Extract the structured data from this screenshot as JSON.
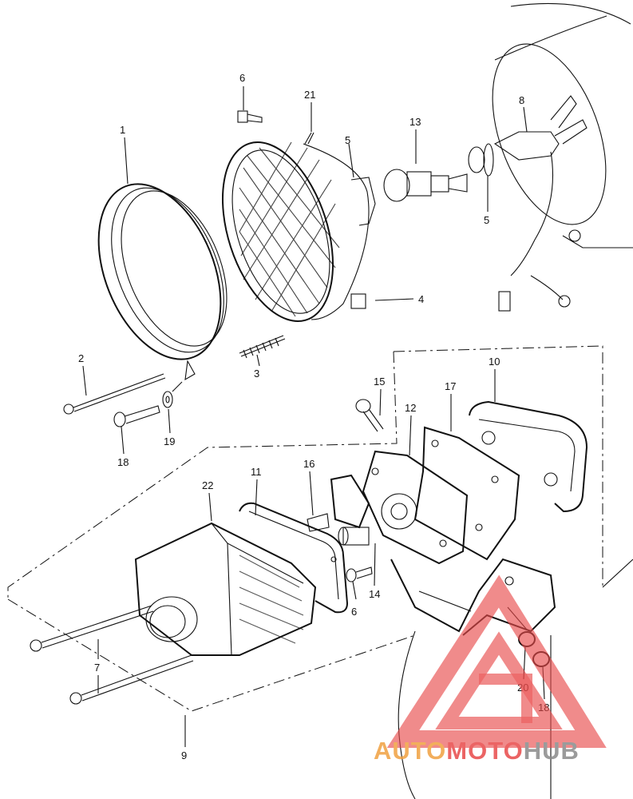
{
  "diagram": {
    "callouts": [
      {
        "id": "c1",
        "text": "1"
      },
      {
        "id": "c2",
        "text": "2"
      },
      {
        "id": "c3",
        "text": "3"
      },
      {
        "id": "c4",
        "text": "4"
      },
      {
        "id": "c5a",
        "text": "5"
      },
      {
        "id": "c5b",
        "text": "5"
      },
      {
        "id": "c6a",
        "text": "6"
      },
      {
        "id": "c6b",
        "text": "6"
      },
      {
        "id": "c7",
        "text": "7"
      },
      {
        "id": "c8",
        "text": "8"
      },
      {
        "id": "c9",
        "text": "9"
      },
      {
        "id": "c10",
        "text": "10"
      },
      {
        "id": "c11",
        "text": "11"
      },
      {
        "id": "c12",
        "text": "12"
      },
      {
        "id": "c13",
        "text": "13"
      },
      {
        "id": "c14",
        "text": "14"
      },
      {
        "id": "c15",
        "text": "15"
      },
      {
        "id": "c16",
        "text": "16"
      },
      {
        "id": "c17",
        "text": "17"
      },
      {
        "id": "c18a",
        "text": "18"
      },
      {
        "id": "c18b",
        "text": "18"
      },
      {
        "id": "c19",
        "text": "19"
      },
      {
        "id": "c20",
        "text": "20"
      },
      {
        "id": "c21",
        "text": "21"
      },
      {
        "id": "c22",
        "text": "22"
      }
    ]
  },
  "watermark": {
    "part1": "AUTO",
    "part2": "MOTO",
    "part3": "HUB",
    "color_orange": "#f0a040",
    "color_red": "#e84a4a",
    "color_gray": "#8a8a8a"
  }
}
